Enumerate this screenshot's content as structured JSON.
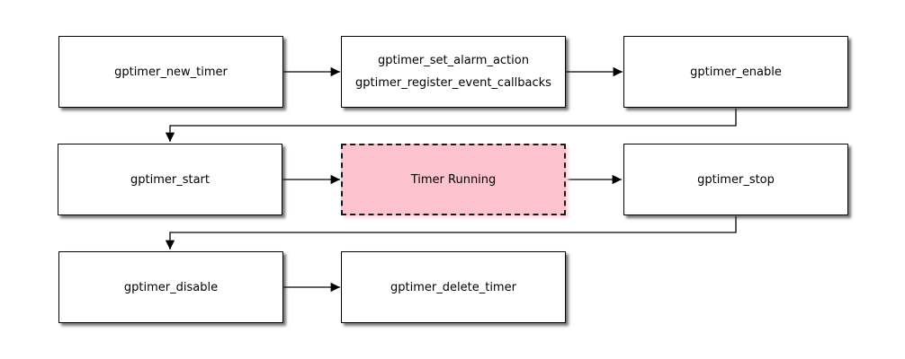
{
  "colors": {
    "background": "#ffffff",
    "node-fill": "#ffffff",
    "node-border": "#000000",
    "running-fill": "#fcc3cf",
    "running-shadow": "#fad8de",
    "connector": "#000000",
    "text": "#000000"
  },
  "diagram": {
    "type": "flowchart",
    "nodes": [
      {
        "id": "gptimer_new_timer",
        "label": "gptimer_new_timer",
        "style": "process"
      },
      {
        "id": "gptimer_configure",
        "lines": [
          "gptimer_set_alarm_action",
          "gptimer_register_event_callbacks"
        ],
        "style": "process"
      },
      {
        "id": "gptimer_enable",
        "label": "gptimer_enable",
        "style": "process"
      },
      {
        "id": "gptimer_start",
        "label": "gptimer_start",
        "style": "process"
      },
      {
        "id": "timer_running",
        "label": "Timer Running",
        "style": "state-highlight-pink-dashed"
      },
      {
        "id": "gptimer_stop",
        "label": "gptimer_stop",
        "style": "process"
      },
      {
        "id": "gptimer_disable",
        "label": "gptimer_disable",
        "style": "process"
      },
      {
        "id": "gptimer_delete_timer",
        "label": "gptimer_delete_timer",
        "style": "process"
      }
    ],
    "edges": [
      {
        "from": "gptimer_new_timer",
        "to": "gptimer_configure"
      },
      {
        "from": "gptimer_configure",
        "to": "gptimer_enable"
      },
      {
        "from": "gptimer_enable",
        "to": "gptimer_start"
      },
      {
        "from": "gptimer_start",
        "to": "timer_running"
      },
      {
        "from": "timer_running",
        "to": "gptimer_stop"
      },
      {
        "from": "gptimer_stop",
        "to": "gptimer_disable"
      },
      {
        "from": "gptimer_disable",
        "to": "gptimer_delete_timer"
      }
    ]
  }
}
